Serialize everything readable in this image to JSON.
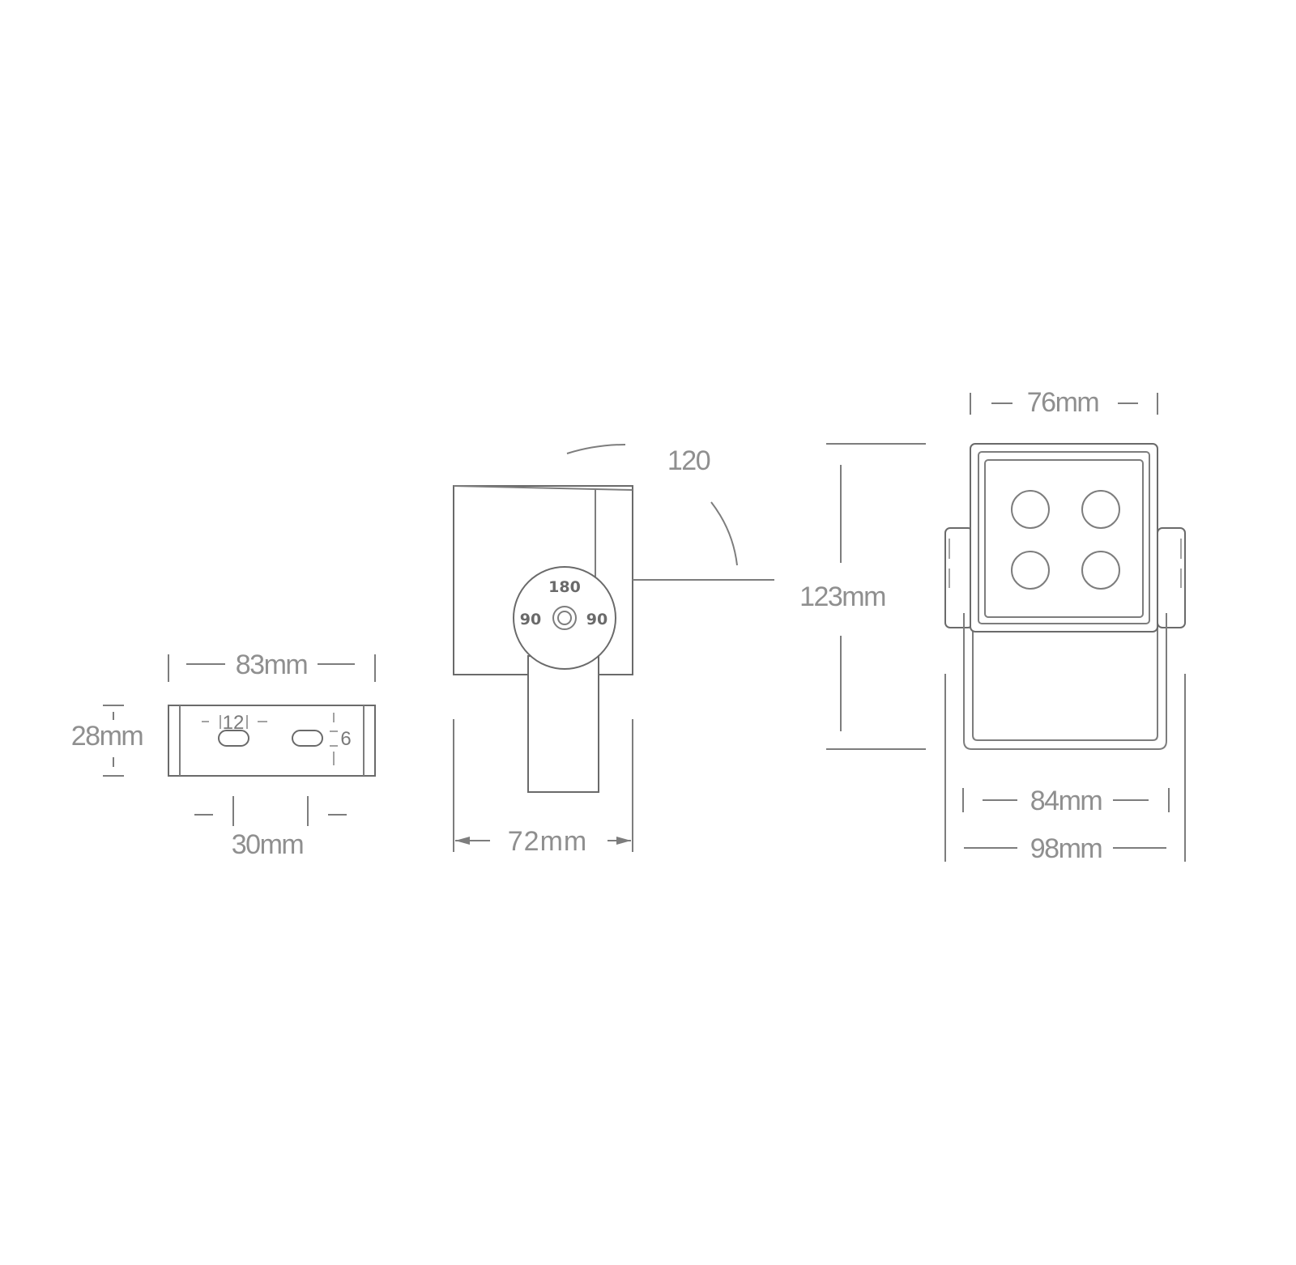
{
  "colors": {
    "line": "#7d7d7d",
    "text": "#8f8f8f",
    "background": "#ffffff"
  },
  "bracket_view": {
    "width_label": "83mm",
    "height_label": "28mm",
    "hole_spacing_label": "30mm",
    "slot_length_label": "12",
    "slot_width_label": "6"
  },
  "side_view": {
    "depth_label": "72mm",
    "tilt_angle_label": "120",
    "dial_top_label": "180",
    "dial_left_label": "90",
    "dial_right_label": "90"
  },
  "front_view": {
    "head_width_label": "76mm",
    "height_label": "123mm",
    "bracket_inner_label": "84mm",
    "overall_width_label": "98mm",
    "led_count": 4
  }
}
